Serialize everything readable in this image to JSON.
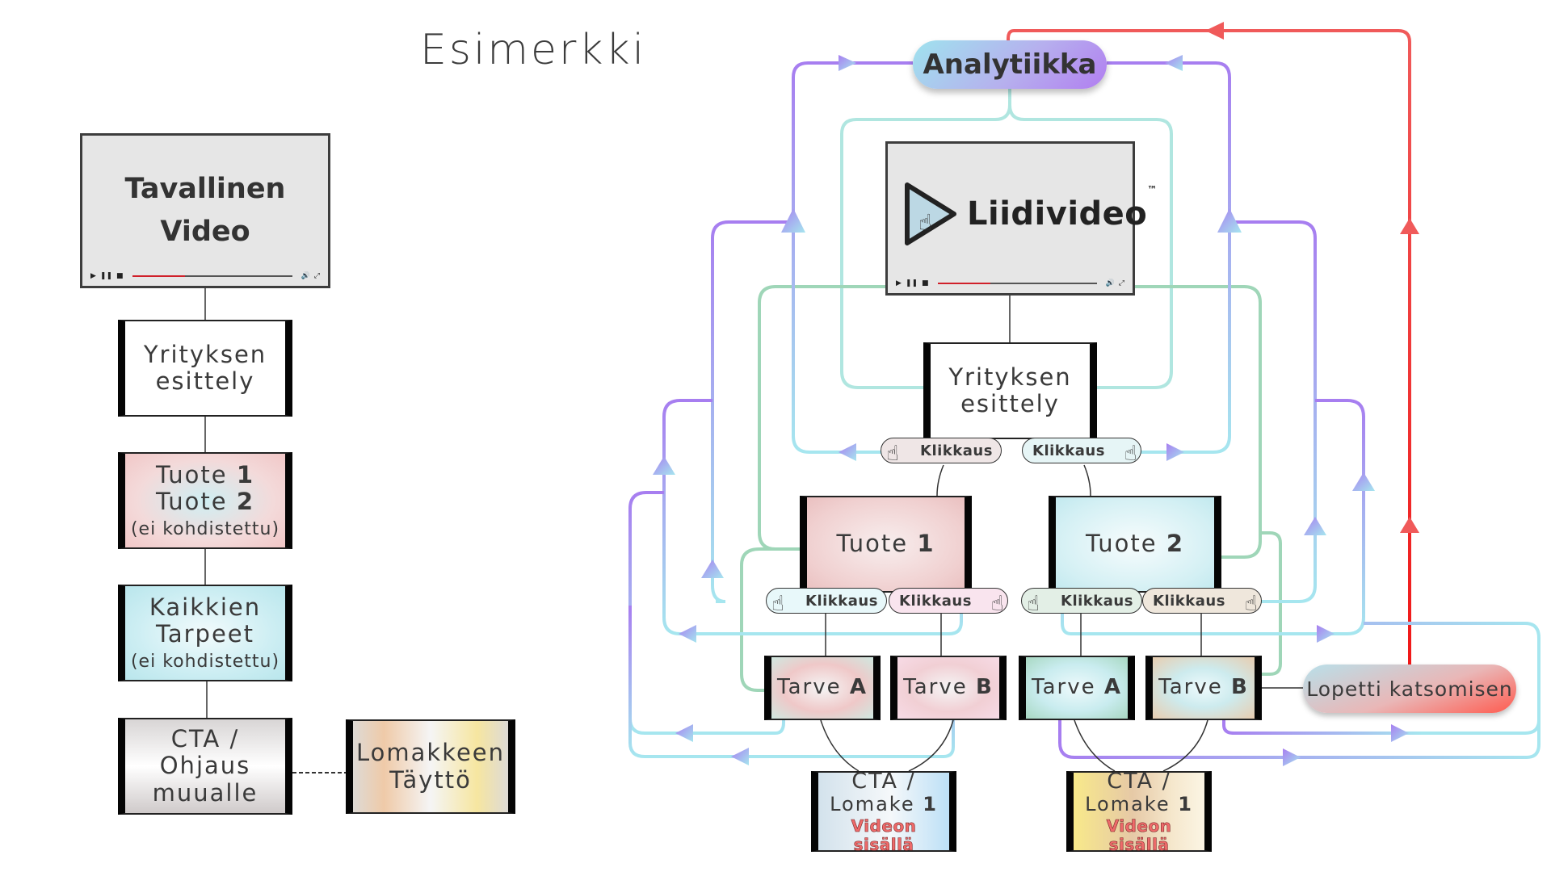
{
  "title": "Esimerkki",
  "left_flow": {
    "video": {
      "line1": "Tavallinen",
      "line2": "Video",
      "progress_percent": 33
    },
    "company_intro": {
      "line1": "Yrityksen",
      "line2": "esittely"
    },
    "products": {
      "line1_text": "Tuote ",
      "line1_num": "1",
      "line2_text": "Tuote ",
      "line2_num": "2",
      "note": "(ei kohdistettu)"
    },
    "needs": {
      "line1": "Kaikkien",
      "line2": "Tarpeet",
      "note": "(ei kohdistettu)"
    },
    "cta": {
      "line1": "CTA /",
      "line2": "Ohjaus",
      "line3": "muualle"
    },
    "form": {
      "line1": "Lomakkeen",
      "line2": "Täyttö"
    }
  },
  "right_flow": {
    "analytics": "Analytiikka",
    "video": {
      "brand": "Liidivideo",
      "trademark": "™",
      "progress_percent": 33
    },
    "company_intro": {
      "line1": "Yrityksen",
      "line2": "esittely"
    },
    "click_label": "Klikkaus",
    "product1": {
      "text": "Tuote ",
      "num": "1"
    },
    "product2": {
      "text": "Tuote ",
      "num": "2"
    },
    "needs": [
      {
        "text": "Tarve ",
        "letter": "A"
      },
      {
        "text": "Tarve ",
        "letter": "B"
      },
      {
        "text": "Tarve ",
        "letter": "A"
      },
      {
        "text": "Tarve ",
        "letter": "B"
      }
    ],
    "cta1": {
      "line1": "CTA /",
      "line2_text": "Lomake ",
      "line2_num": "1",
      "note": "Videon sisällä"
    },
    "cta2": {
      "line1": "CTA /",
      "line2_text": "Lomake ",
      "line2_num": "1",
      "note": "Videon sisällä"
    },
    "stopped": "Lopetti katsomisen"
  },
  "video_controls": {
    "play": "▶",
    "pause": "❚❚",
    "stop": "■",
    "volume": "🔊",
    "fullscreen": "⤢"
  },
  "colors": {
    "purple": "#a77ef0",
    "cyan": "#a6e6ef",
    "green": "#9fd6b8",
    "red": "#f01818",
    "line": "#333333"
  }
}
